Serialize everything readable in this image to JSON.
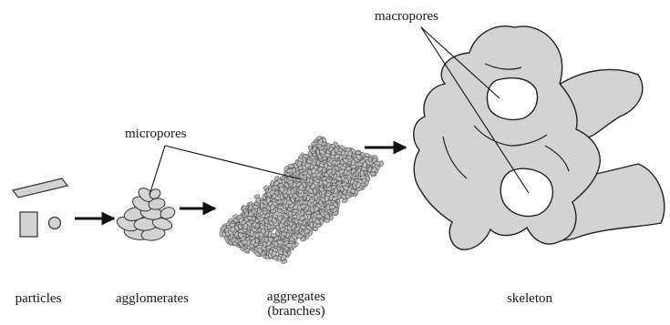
{
  "labels": {
    "micropores": "micropores",
    "macropores": "macropores",
    "particles": "particles",
    "agglomerates": "agglomerates",
    "aggregates_line1": "aggregates",
    "aggregates_line2": "(branches)",
    "skeleton": "skeleton"
  },
  "colors": {
    "fill": "#d3d3d3",
    "stroke": "#333333",
    "background": "#ffffff"
  }
}
